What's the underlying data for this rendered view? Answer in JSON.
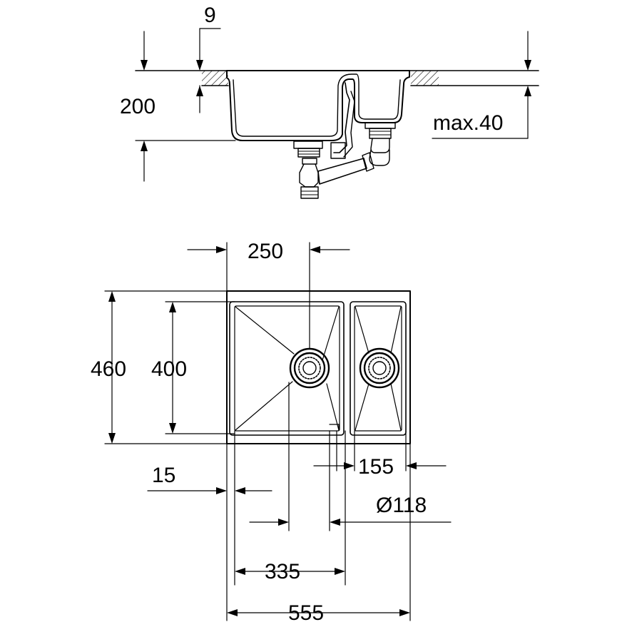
{
  "drawing": {
    "line_color": "#000000",
    "background": "#ffffff"
  },
  "side_view": {
    "labels": {
      "flange_thickness": "9",
      "bowl_depth": "200",
      "max_worktop": "max.40"
    }
  },
  "top_view": {
    "labels": {
      "waste_offset": "250",
      "outer_depth": "460",
      "inner_depth": "400",
      "rim_width": "15",
      "small_bowl_width": "155",
      "waste_diameter": "Ø118",
      "large_bowl_width": "335",
      "overall_width": "555"
    }
  }
}
